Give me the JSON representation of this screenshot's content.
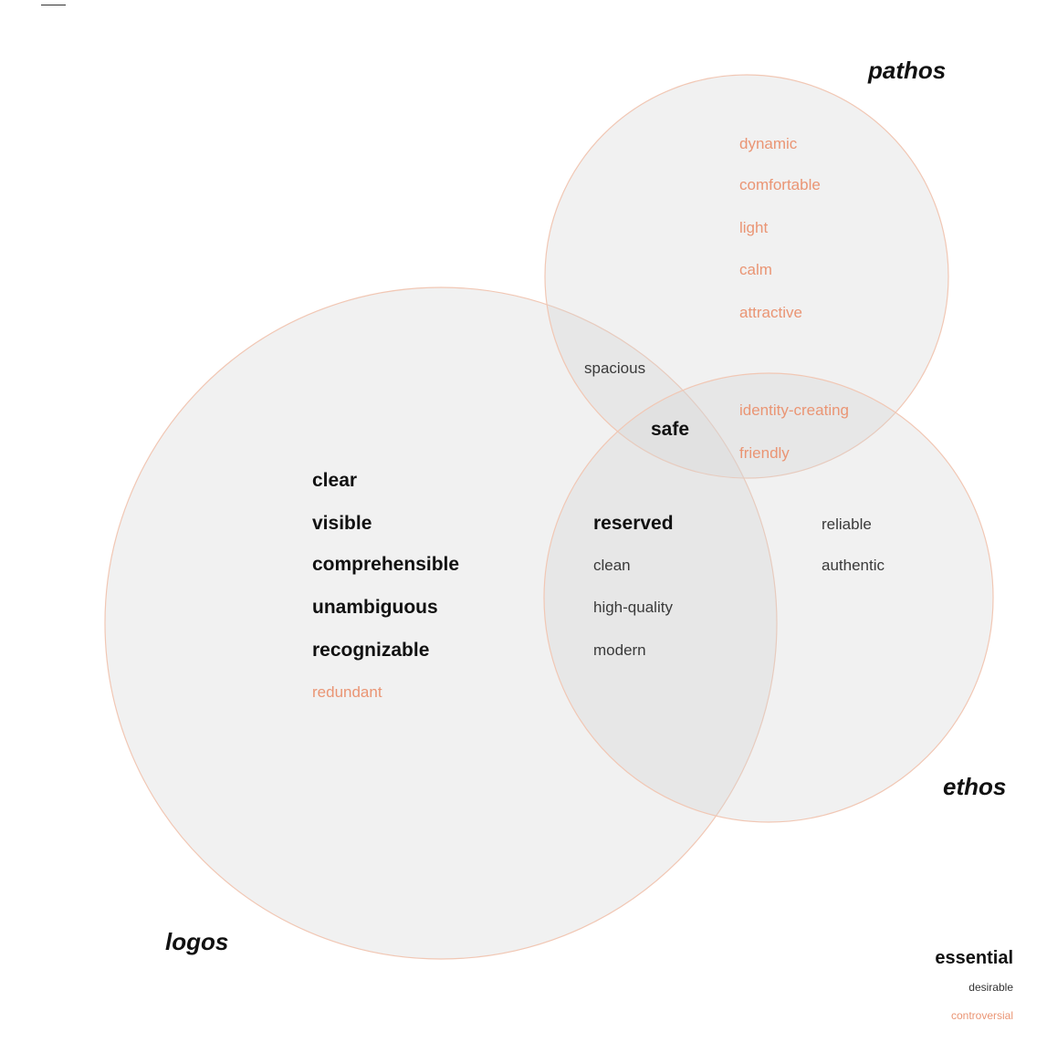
{
  "colors": {
    "circle_fill": "#d2d4d4",
    "circle_stroke": "#f1c7b4",
    "essential": "#111111",
    "desirable": "#3a3a3a",
    "controversial": "#ea9574"
  },
  "circles": {
    "logos": {
      "label": "logos"
    },
    "pathos": {
      "label": "pathos"
    },
    "ethos": {
      "label": "ethos"
    }
  },
  "regions": {
    "logos_only": {
      "essential": [
        "clear",
        "visible",
        "comprehensible",
        "unambiguous",
        "recognizable"
      ],
      "controversial": [
        "redundant"
      ]
    },
    "pathos_only": {
      "controversial": [
        "dynamic",
        "comfortable",
        "light",
        "calm",
        "attractive"
      ]
    },
    "ethos_only": {
      "desirable": [
        "reliable",
        "authentic"
      ]
    },
    "logos_pathos": {
      "desirable": [
        "spacious"
      ]
    },
    "pathos_ethos": {
      "controversial": [
        "identity-creating",
        "friendly"
      ]
    },
    "logos_ethos": {
      "essential": [
        "reserved"
      ],
      "desirable": [
        "clean",
        "high-quality",
        "modern"
      ]
    },
    "all_three": {
      "essential": [
        "safe"
      ]
    }
  },
  "legend": {
    "essential": "essential",
    "desirable": "desirable",
    "controversial": "controversial"
  }
}
